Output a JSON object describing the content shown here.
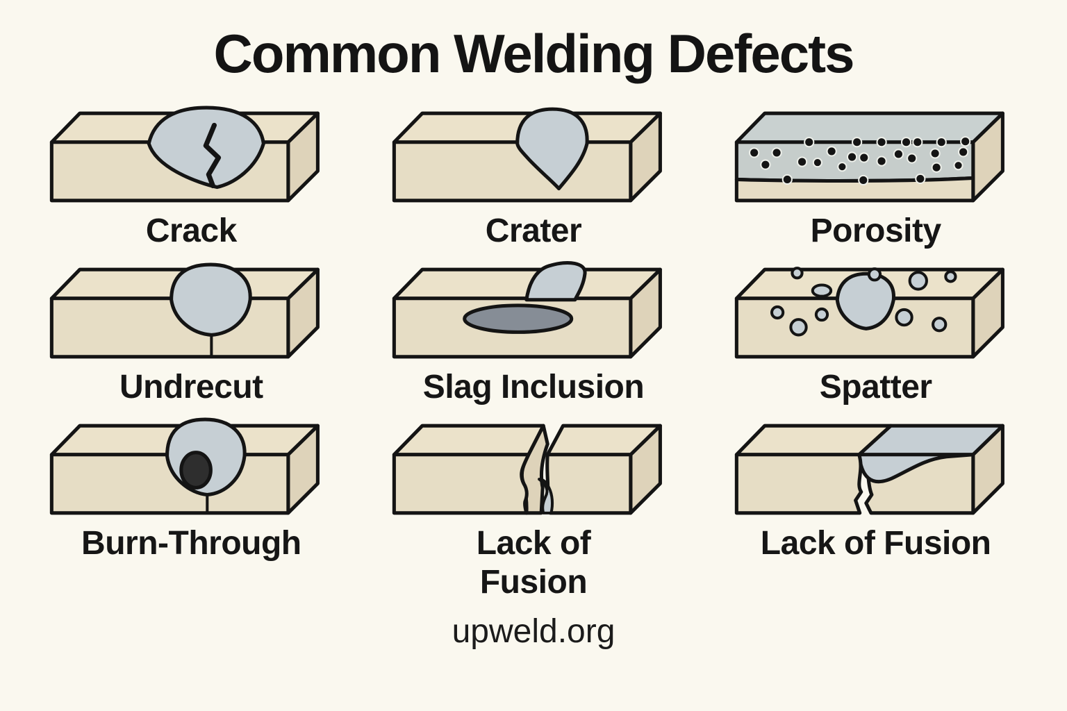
{
  "title": "Common Welding Defects",
  "footer": "upweld.org",
  "defects": [
    {
      "id": "crack",
      "label": "Crack"
    },
    {
      "id": "crater",
      "label": "Crater"
    },
    {
      "id": "porosity",
      "label": "Porosity"
    },
    {
      "id": "undercut",
      "label": "Undrecut"
    },
    {
      "id": "slag-inclusion",
      "label": "Slag Inclusion"
    },
    {
      "id": "spatter",
      "label": "Spatter"
    },
    {
      "id": "burn-through",
      "label": "Burn-Through"
    },
    {
      "id": "lack-of-fusion-root",
      "label": "Lack of\nFusion"
    },
    {
      "id": "lack-of-fusion-side",
      "label": "Lack of Fusion"
    }
  ],
  "colors": {
    "background": "#faf8ef",
    "metal_front": "#e6ddc5",
    "metal_top": "#ebe2ca",
    "metal_side": "#ded3ba",
    "weld_bead": "#c6cfd4",
    "porosity_zone": "#c6cdcb",
    "porosity_top": "#c9d1d0",
    "slag": "#868d96",
    "burn_hole": "#2e2e2e",
    "outline": "#141414",
    "text": "#151515"
  }
}
